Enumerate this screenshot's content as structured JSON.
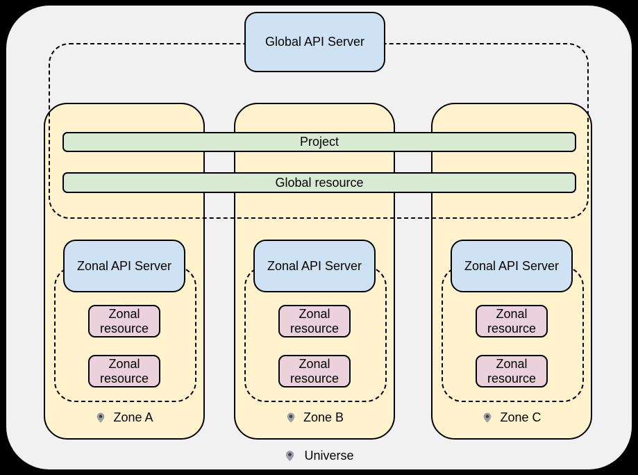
{
  "colors": {
    "background": "#000000",
    "canvas_fill": "#f1f1f1",
    "zone_fill": "#fff2cc",
    "api_fill": "#cfe2f3",
    "bar_fill": "#d9ead3",
    "res_fill": "#ead1dc",
    "line": "#000000",
    "pin_fill": "#9aa0a6",
    "pin_dot": "#3c4043"
  },
  "diagram": {
    "global_api_server_label": "Global API Server",
    "project_label": "Project",
    "global_resource_label": "Global resource",
    "universe_label": "Universe",
    "zones": [
      {
        "name": "Zone A",
        "api_server_label": "Zonal API Server",
        "resources": [
          "Zonal resource",
          "Zonal resource"
        ]
      },
      {
        "name": "Zone B",
        "api_server_label": "Zonal API Server",
        "resources": [
          "Zonal resource",
          "Zonal resource"
        ]
      },
      {
        "name": "Zone C",
        "api_server_label": "Zonal API Server",
        "resources": [
          "Zonal resource",
          "Zonal resource"
        ]
      }
    ]
  }
}
